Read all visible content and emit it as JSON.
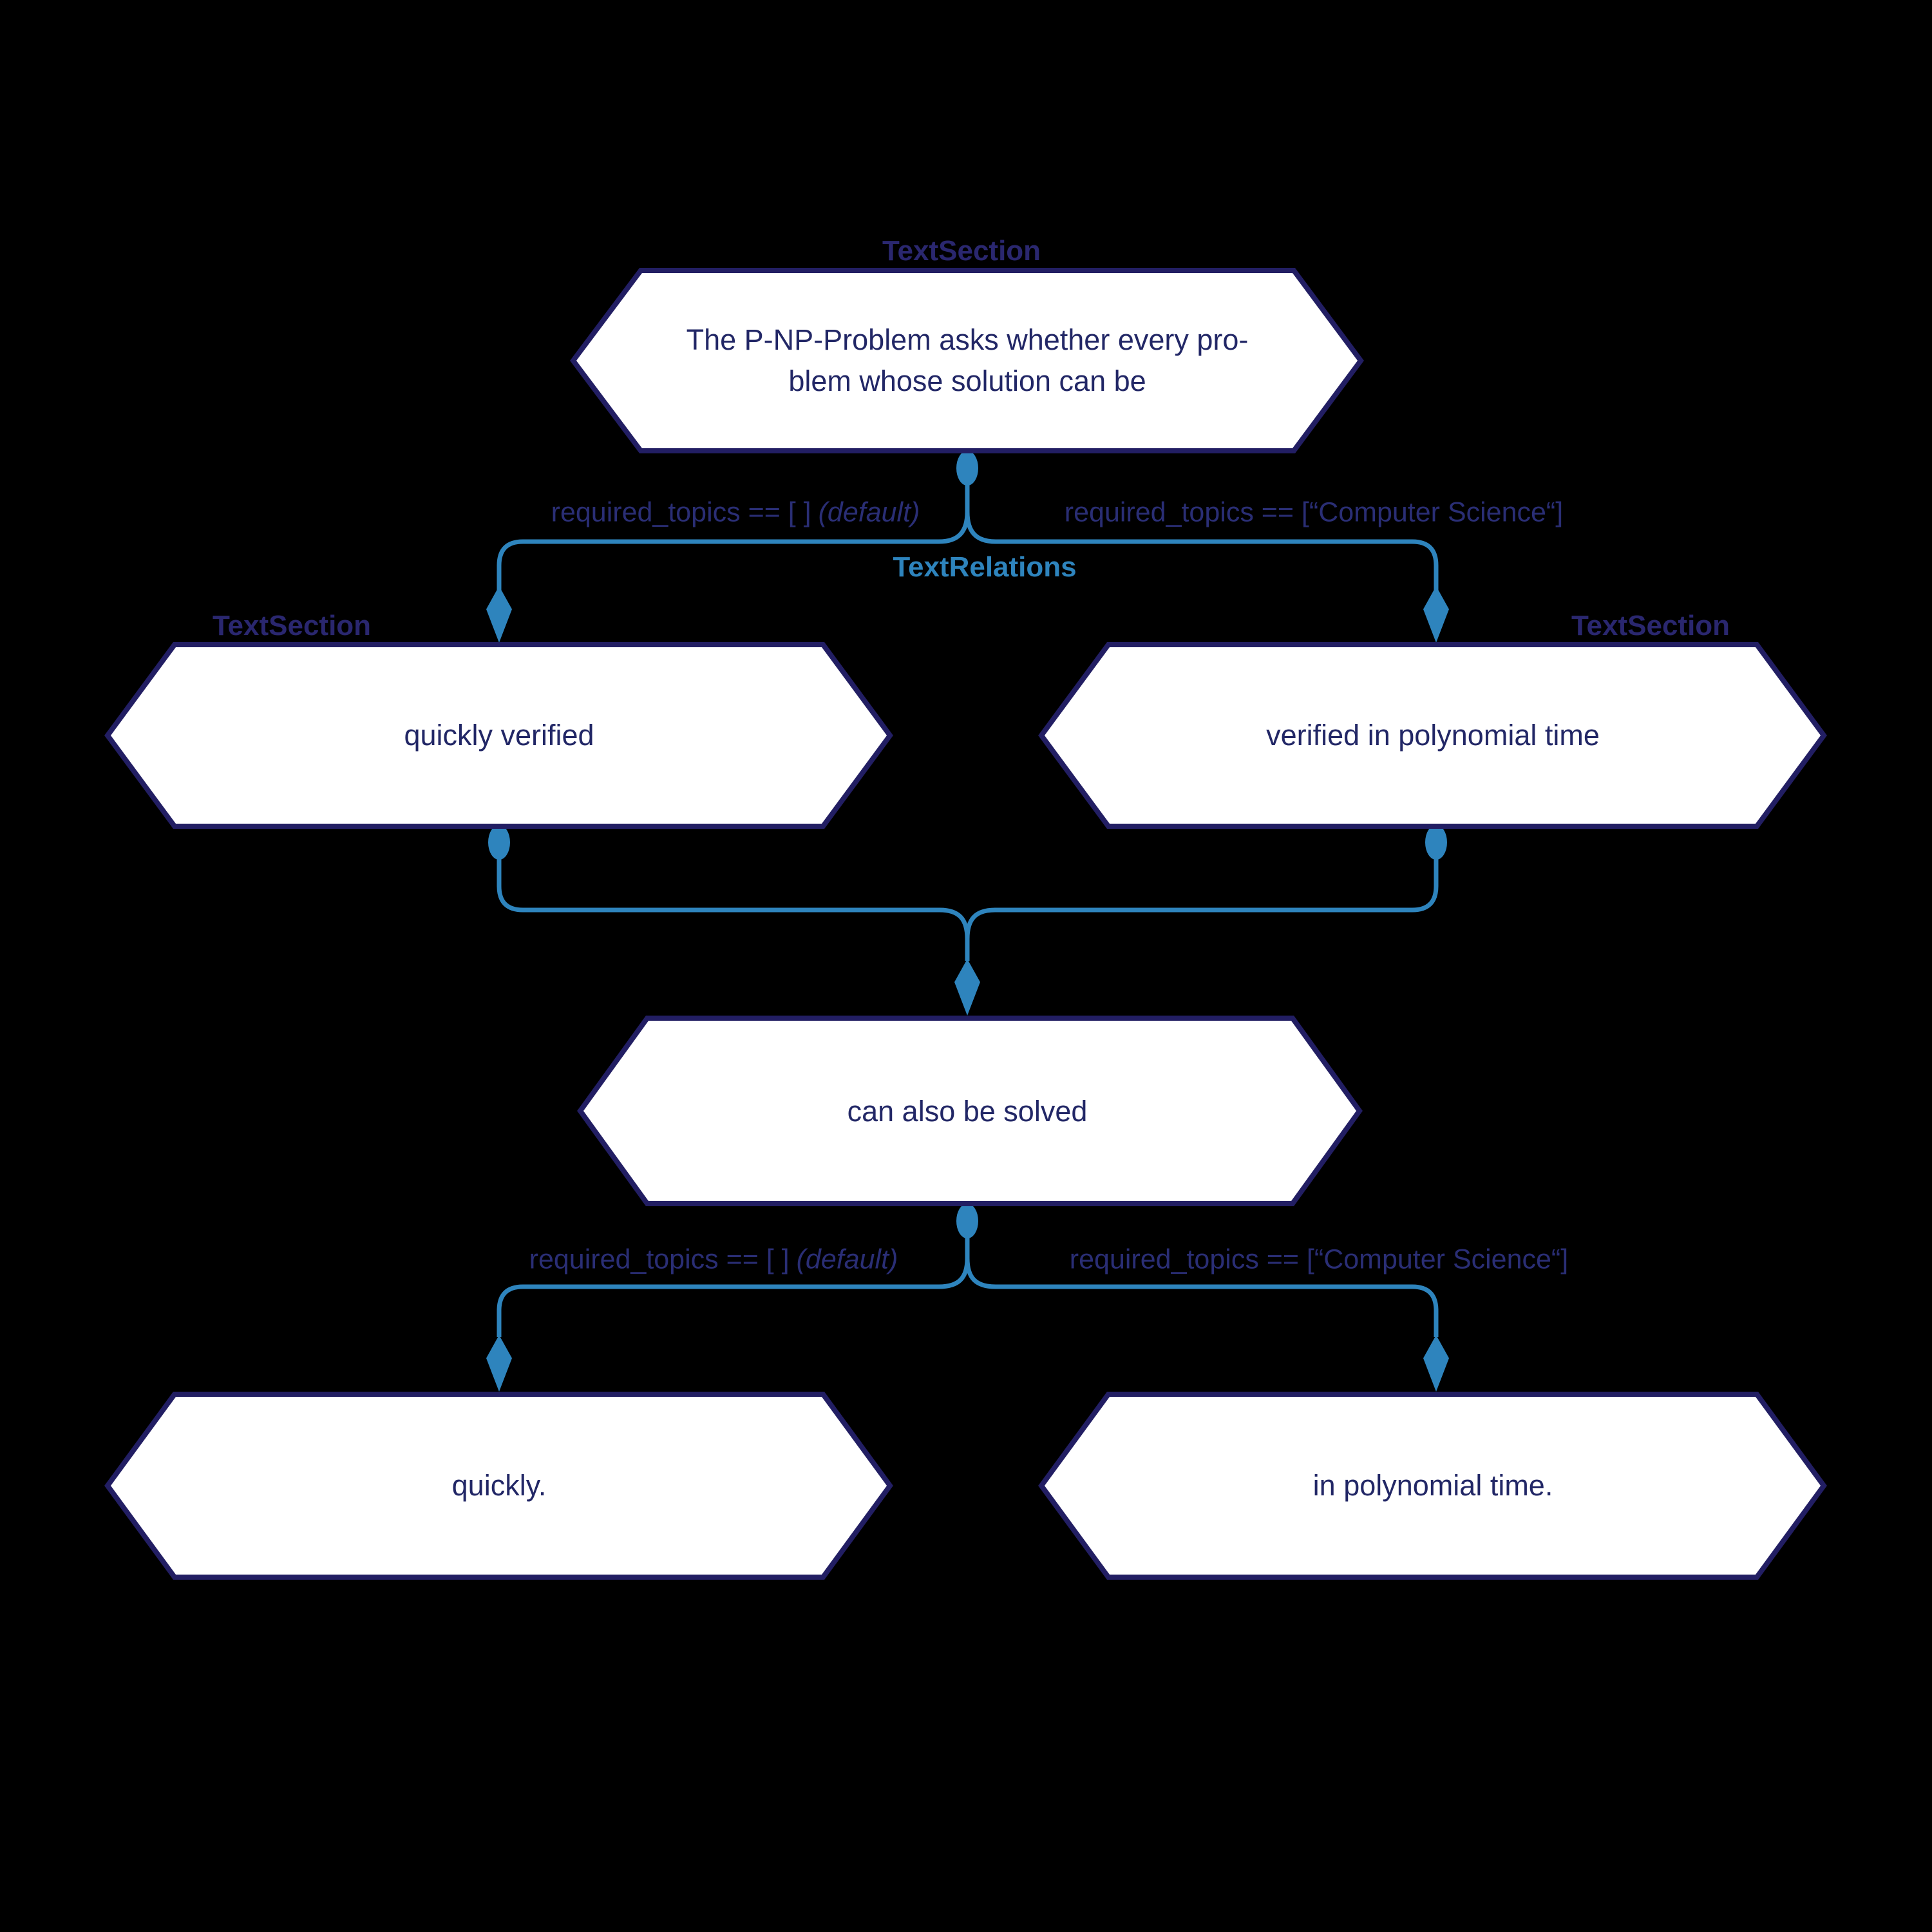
{
  "colors": {
    "background": "#000000",
    "node_fill": "#ffffff",
    "node_border": "#221e63",
    "node_text": "#222766",
    "section_label": "#2a276f",
    "edge_label_text": "#2a2e75",
    "arrow_blue": "#2e84bd"
  },
  "type_labels": {
    "section": "TextSection",
    "relations": "TextRelations"
  },
  "nodes": {
    "root": {
      "line1": "The P-NP-Problem asks whether every pro-",
      "line2": "blem whose solution can be"
    },
    "left": {
      "text": "quickly verified"
    },
    "right": {
      "text": "verified in polynomial time"
    },
    "middle": {
      "text": "can also be solved"
    },
    "bottom_left": {
      "text": "quickly."
    },
    "bottom_right": {
      "text": "in polynomial time."
    }
  },
  "edge_labels": {
    "default_code": "required_topics == [ ]",
    "default_note": "(default)",
    "computer_science": "required_topics == [“Computer Science“]"
  }
}
